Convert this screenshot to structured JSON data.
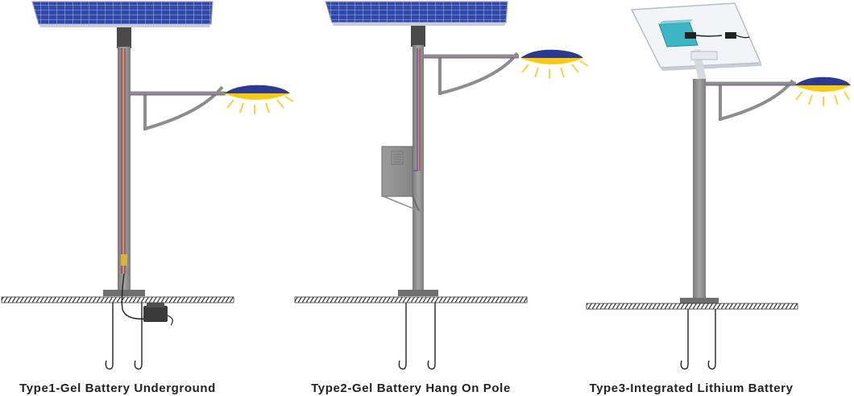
{
  "captions": {
    "type1": "Type1-Gel Battery Underground",
    "type2": "Type2-Gel Battery Hang On Pole",
    "type3": "Type3-Integrated Lithium Battery"
  },
  "colors": {
    "solar_cell": "#2f47b0",
    "pole": "#8d8d8d",
    "lamp_top": "#2c3a94",
    "lamp_light": "#f5c81c",
    "wire_red": "#c0392b",
    "wire_purple": "#7b4fa8",
    "battery_box": "#9a9a9a",
    "lithium_battery": "#3fb6c6",
    "ground_hatch": "#333333"
  },
  "icons": [
    "solar-panel",
    "street-lamp",
    "light-rays",
    "battery-box",
    "lithium-battery",
    "anchor-bolts",
    "ground"
  ]
}
